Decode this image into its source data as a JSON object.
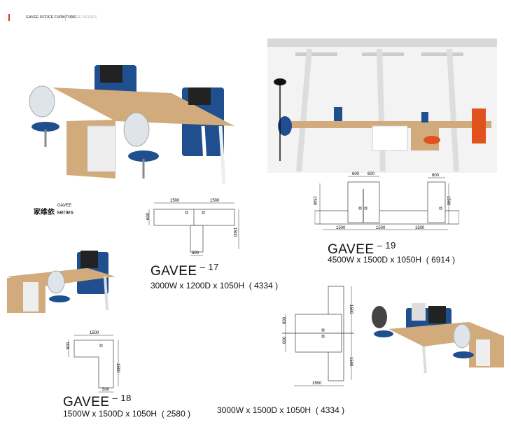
{
  "header": {
    "brand": "GAVEE OFFICE FURNITURE",
    "series": "GAVEE SERIES",
    "accent": "#d9342b"
  },
  "logo": {
    "chinese": "家维依",
    "brand": "GAVEE",
    "word": "series"
  },
  "products": [
    {
      "model": "GAVEE",
      "number": "– 17",
      "dimensions": "3000W x 1200D x 1050H  ( 4334 )",
      "plan": {
        "width_left": "1500",
        "width_right": "1500",
        "depth": "600",
        "total_depth": "1500",
        "leg": "500"
      }
    },
    {
      "model": "GAVEE",
      "number": "– 18",
      "dimensions": "1500W x 1500D x 1050H  ( 2580 )",
      "plan": {
        "width": "1500",
        "depth": "600",
        "total_depth": "1500",
        "leg": "500"
      }
    },
    {
      "model": "GAVEE",
      "number": "– 19",
      "dimensions": "4500W x 1500D x 1050H  ( 6914 )",
      "plan": {
        "top_a": "600",
        "top_b": "600",
        "top_c": "600",
        "left_depth": "1500",
        "right_depth": "1500",
        "seg1": "1500",
        "seg2": "1500",
        "seg3": "1500"
      }
    },
    {
      "model": "",
      "number": "",
      "dimensions": "3000W x 1500D x 1050H  ( 4334 )",
      "plan": {
        "upper": "600",
        "lower": "600",
        "right_top": "1500",
        "right_bottom": "1500",
        "bottom": "1500"
      }
    }
  ],
  "colors": {
    "wood": "#d2ab7c",
    "blue": "#1f4f8f",
    "orange": "#e0531f"
  }
}
